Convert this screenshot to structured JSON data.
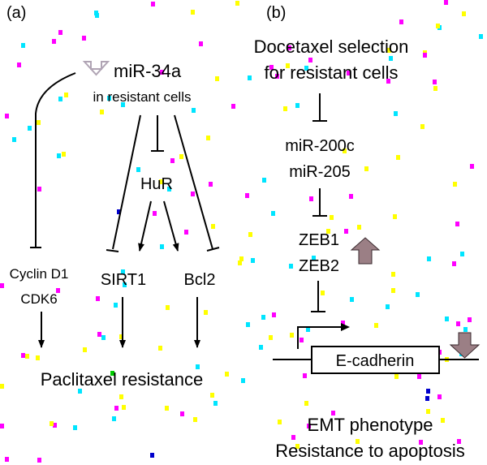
{
  "panel_a": {
    "label": "(a)",
    "mir34a": "miR-34a",
    "in_resistant_cells": "in resistant cells",
    "hur": "HuR",
    "cyclin_d1": "Cyclin D1",
    "cdk6": "CDK6",
    "sirt1": "SIRT1",
    "bcl2": "Bcl2",
    "outcome": "Paclitaxel resistance"
  },
  "panel_b": {
    "label": "(b)",
    "selection_line1": "Docetaxel selection",
    "selection_line2": "for resistant cells",
    "mir200c": "miR-200c",
    "mir205": "miR-205",
    "zeb1": "ZEB1",
    "zeb2": "ZEB2",
    "gene": "E-cadherin",
    "outcome_line1": "EMT phenotype",
    "outcome_line2": "Resistance to apoptosis"
  },
  "colors": {
    "line": "#000000",
    "down_arrow_outline": "#b0a4b4",
    "change_arrow_fill": "#9b7f85",
    "noise": [
      "#ff00ff",
      "#00e5ff",
      "#ffff00",
      "#00cc00",
      "#0000cc"
    ]
  }
}
